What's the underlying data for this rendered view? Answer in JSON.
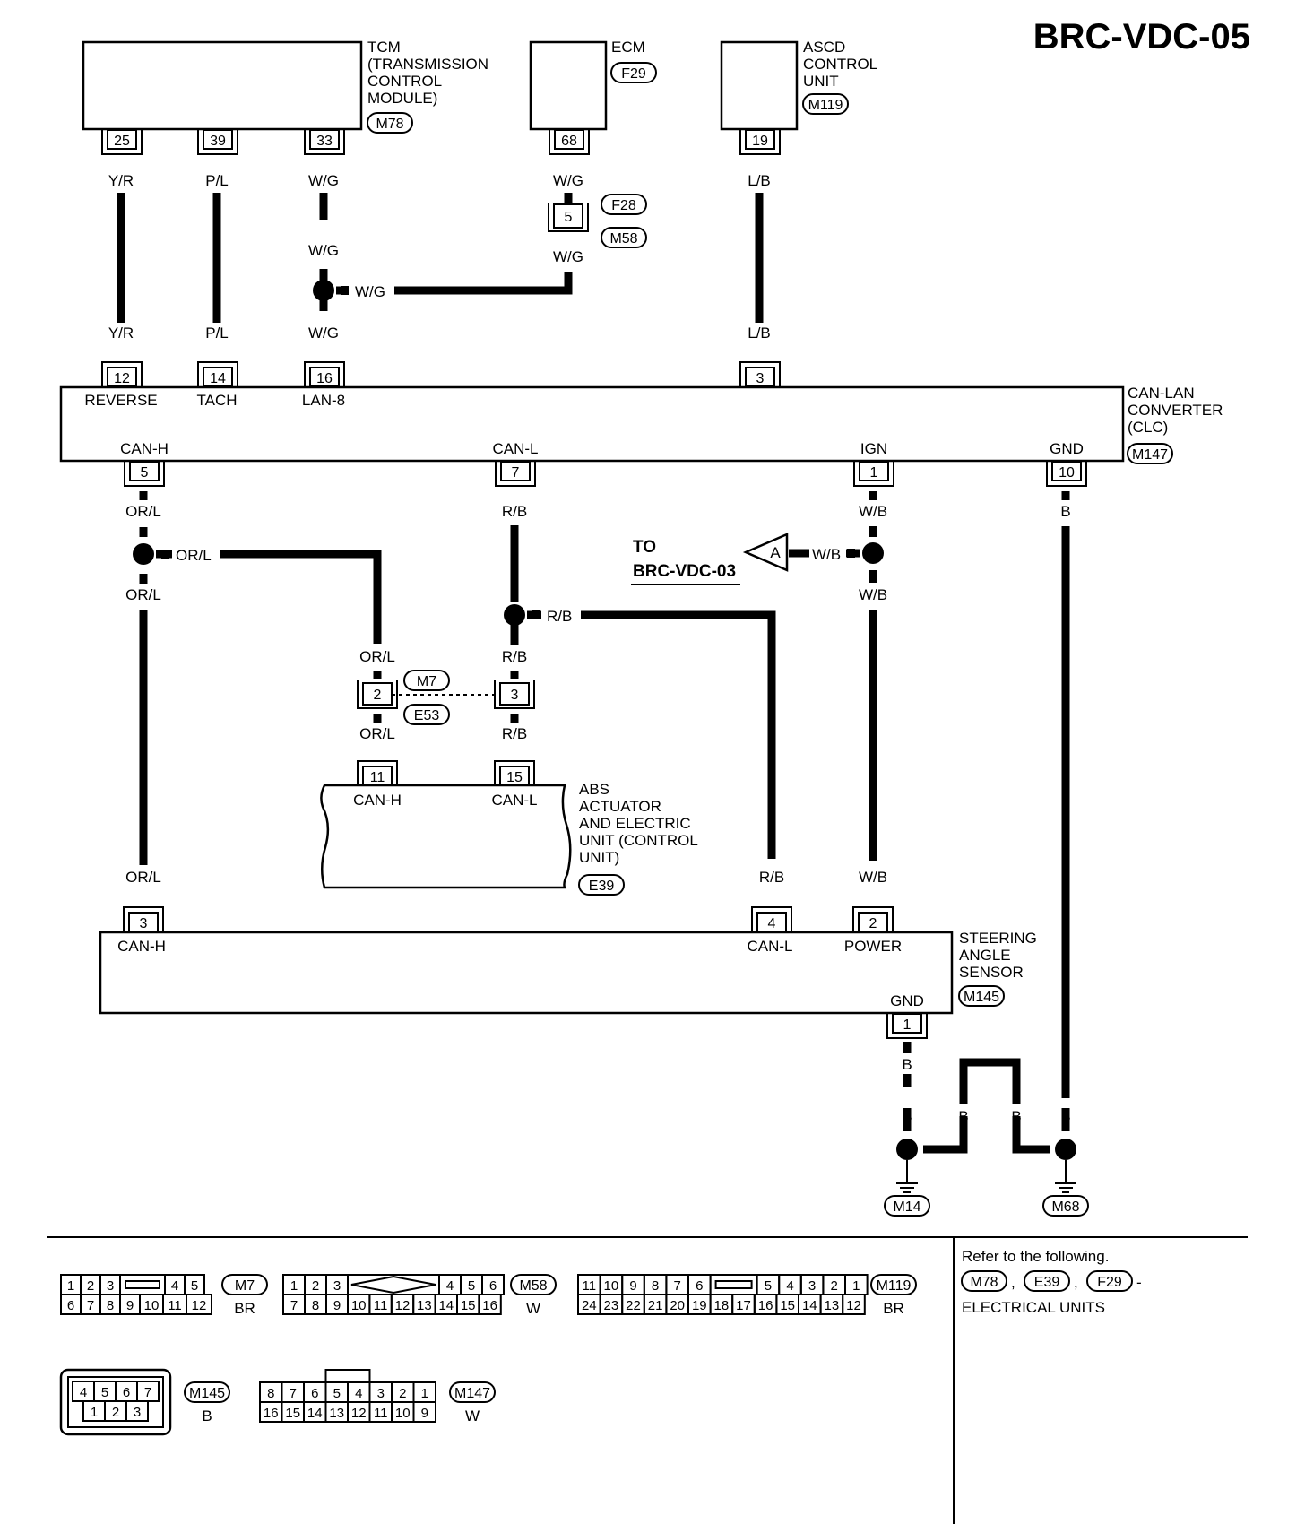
{
  "title": "BRC-VDC-05",
  "components": {
    "tcm": {
      "lines": [
        "TCM",
        "(TRANSMISSION",
        "CONTROL",
        "MODULE)"
      ],
      "connector": "M78"
    },
    "ecm": {
      "lines": [
        "ECM"
      ],
      "connector": "F29"
    },
    "ascd": {
      "lines": [
        "ASCD",
        "CONTROL",
        "UNIT"
      ],
      "connector": "M119"
    },
    "clc": {
      "lines": [
        "CAN-LAN",
        "CONVERTER",
        "(CLC)"
      ],
      "connector": "M147"
    },
    "abs": {
      "lines": [
        "ABS",
        "ACTUATOR",
        "AND ELECTRIC",
        "UNIT (CONTROL",
        "UNIT)"
      ],
      "connector": "E39"
    },
    "sas": {
      "lines": [
        "STEERING",
        "ANGLE",
        "SENSOR"
      ],
      "connector": "M145"
    }
  },
  "pins": {
    "tcm_25": "25",
    "tcm_39": "39",
    "tcm_33": "33",
    "ecm_68": "68",
    "ascd_19": "19",
    "jc_f28": "5",
    "clc_12": "12",
    "clc_14": "14",
    "clc_16": "16",
    "clc_3": "3",
    "clc_5": "5",
    "clc_7": "7",
    "clc_1": "1",
    "clc_10": "10",
    "jc_m7_2": "2",
    "jc_m7_3": "3",
    "abs_11": "11",
    "abs_15": "15",
    "sas_3": "3",
    "sas_4": "4",
    "sas_2": "2",
    "sas_1": "1"
  },
  "terminal_labels": {
    "reverse": "REVERSE",
    "tach": "TACH",
    "lan8": "LAN-8",
    "clc_canh": "CAN-H",
    "clc_canl": "CAN-L",
    "clc_ign": "IGN",
    "clc_gnd": "GND",
    "abs_canh": "CAN-H",
    "abs_canl": "CAN-L",
    "sas_canh": "CAN-H",
    "sas_canl": "CAN-L",
    "sas_power": "POWER",
    "sas_gnd": "GND"
  },
  "wire_colors": {
    "yr": "Y/R",
    "pl": "P/L",
    "wg": "W/G",
    "lb": "L/B",
    "orl": "OR/L",
    "rb": "R/B",
    "wb": "W/B",
    "b": "B"
  },
  "connectors": {
    "f28": "F28",
    "m58": "M58",
    "m7": "M7",
    "e53": "E53",
    "m14": "M14",
    "m68": "M68"
  },
  "off_page": {
    "arrow": "A",
    "line1": "TO",
    "line2": "BRC-VDC-03"
  },
  "legend": {
    "m7": {
      "id": "M7",
      "color": "BR",
      "top": [
        "1",
        "2",
        "3",
        "",
        "4",
        "5"
      ],
      "bottom": [
        "6",
        "7",
        "8",
        "9",
        "10",
        "11",
        "12"
      ]
    },
    "m58": {
      "id": "M58",
      "color": "W",
      "top": [
        "1",
        "2",
        "3",
        "",
        "4",
        "5",
        "6"
      ],
      "bottom": [
        "7",
        "8",
        "9",
        "10",
        "11",
        "12",
        "13",
        "14",
        "15",
        "16"
      ]
    },
    "m119": {
      "id": "M119",
      "color": "BR",
      "top": [
        "11",
        "10",
        "9",
        "8",
        "7",
        "6",
        "",
        "5",
        "4",
        "3",
        "2",
        "1"
      ],
      "bottom": [
        "24",
        "23",
        "22",
        "21",
        "20",
        "19",
        "18",
        "17",
        "16",
        "15",
        "14",
        "13",
        "12"
      ]
    },
    "m145": {
      "id": "M145",
      "color": "B",
      "top": [
        "4",
        "5",
        "6",
        "7"
      ],
      "bottom": [
        "1",
        "2",
        "3"
      ]
    },
    "m147": {
      "id": "M147",
      "color": "W",
      "top": [
        "8",
        "7",
        "6",
        "5",
        "4",
        "3",
        "2",
        "1"
      ],
      "bottom": [
        "16",
        "15",
        "14",
        "13",
        "12",
        "11",
        "10",
        "9"
      ]
    }
  },
  "refer": {
    "line1": "Refer to the following.",
    "conns": [
      "M78",
      "E39",
      "F29"
    ],
    "line3": "ELECTRICAL UNITS"
  }
}
